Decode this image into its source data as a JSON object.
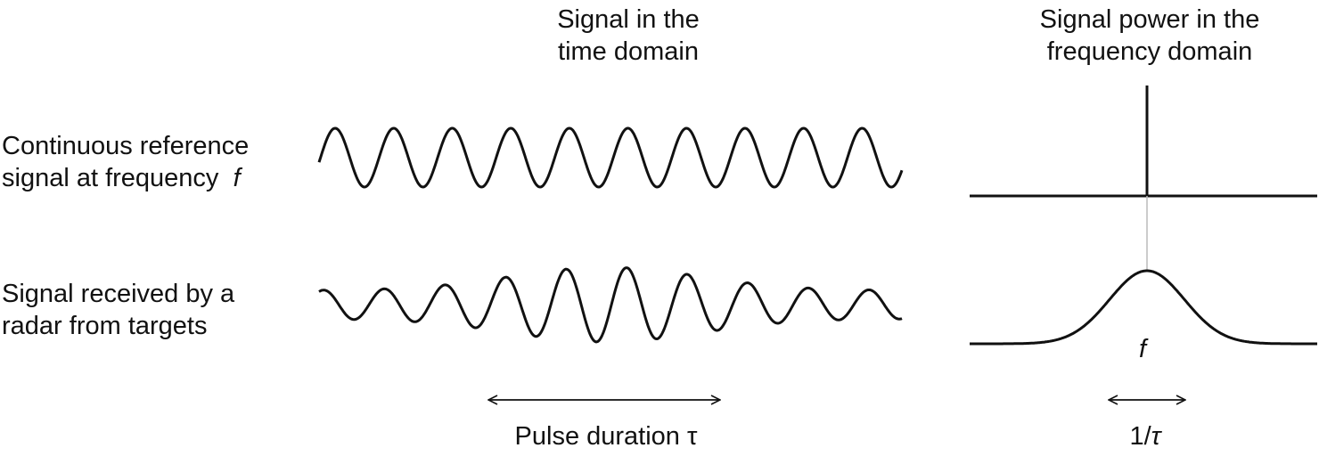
{
  "headers": {
    "time_domain": [
      "Signal in the",
      "time domain"
    ],
    "frequency_domain": [
      "Signal power in the",
      "frequency domain"
    ]
  },
  "rows": {
    "reference": {
      "line1": "Continuous reference",
      "line2": "signal at frequency",
      "symbol": "f"
    },
    "received": {
      "line1": "Signal received by a",
      "line2": "radar from targets"
    }
  },
  "annotations": {
    "frequency_label": "f",
    "pulse_label": "Pulse duration τ",
    "bandwidth_num": "1/",
    "bandwidth_tau": "τ"
  },
  "waves": {
    "reference_cycles": 10,
    "received_cycles": 10
  },
  "colors": {
    "ink": "#111111",
    "guide": "#bbbbbb"
  }
}
